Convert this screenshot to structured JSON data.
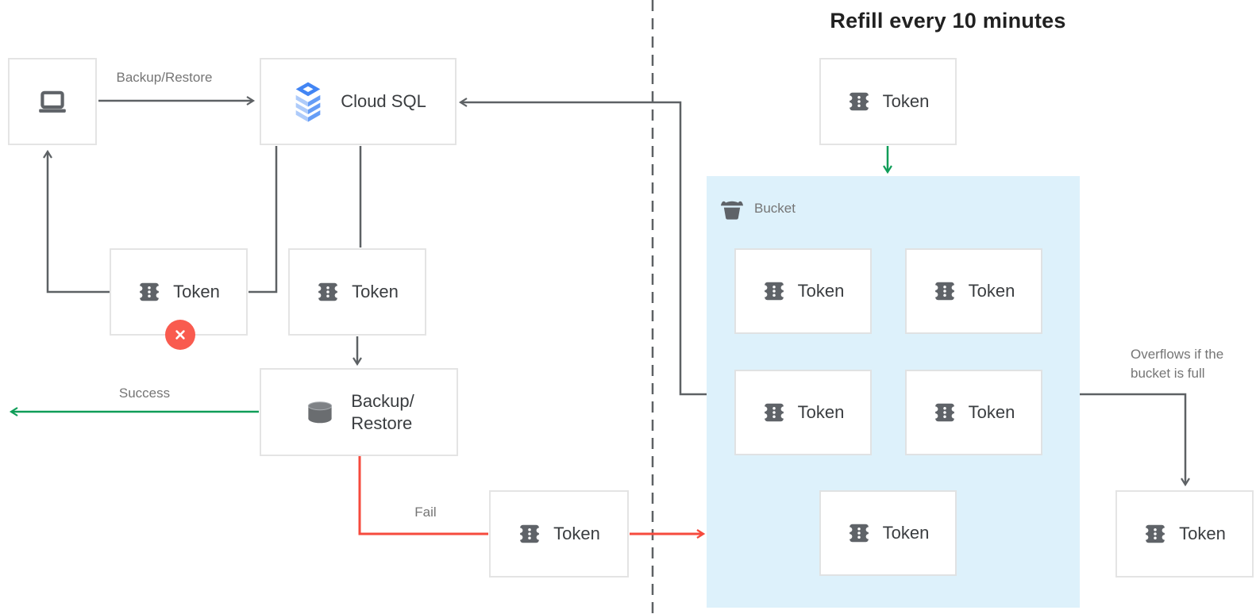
{
  "title": "Refill every 10 minutes",
  "nodes": {
    "cloud_sql": {
      "label": "Cloud SQL"
    },
    "rejected_token": {
      "label": "Token"
    },
    "queued_token": {
      "label": "Token"
    },
    "backup_restore": {
      "label": "Backup/\nRestore"
    },
    "failed_token": {
      "label": "Token"
    },
    "refill_token": {
      "label": "Token"
    },
    "overflow_token": {
      "label": "Token"
    }
  },
  "bucket": {
    "label": "Bucket",
    "tokens": [
      "Token",
      "Token",
      "Token",
      "Token",
      "Token"
    ]
  },
  "edges": {
    "backup_restore_label": "Backup/Restore",
    "success_label": "Success",
    "fail_label": "Fail",
    "overflow_note": "Overflows if the\nbucket is full"
  },
  "icons": {
    "client": "laptop-icon",
    "cloud_sql": "cloud-sql-icon",
    "token": "ticket-icon",
    "backup_restore": "database-icon",
    "bucket": "bucket-icon",
    "rejected_badge": "x-circle-icon"
  },
  "colors": {
    "success_green": "#0f9d58",
    "fail_red": "#f64a3d",
    "badge_red": "#f95b4f",
    "bucket_bg": "#ddf1fb",
    "line_gray": "#5d6164",
    "box_border": "#e4e4e4",
    "label_gray": "#757575",
    "text_dark": "#3a3d40",
    "cloud_sql_blue": "#4285f4",
    "cloud_sql_blue_mid": "#669df6",
    "cloud_sql_blue_light": "#aecbfa"
  }
}
